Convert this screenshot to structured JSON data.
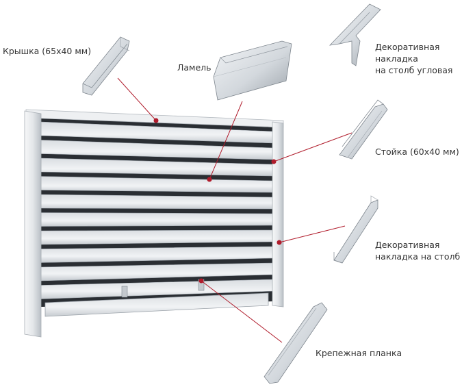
{
  "labels": {
    "cap": "Крышка (65х40 мм)",
    "lamel": "Ламель",
    "corner_trim": [
      "Декоративная",
      "накладка",
      "на столб угловая"
    ],
    "post": "Стойка (60х40 мм)",
    "post_trim": [
      "Декоративная",
      "накладка на столб"
    ],
    "mounting_strip": "Крепежная планка"
  },
  "colors": {
    "callout_line": "#b01c2c",
    "metal_light": "#e9ecef",
    "metal_mid": "#c9ced4",
    "metal_dark": "#8e959d",
    "slat_gap": "#1d2024"
  }
}
